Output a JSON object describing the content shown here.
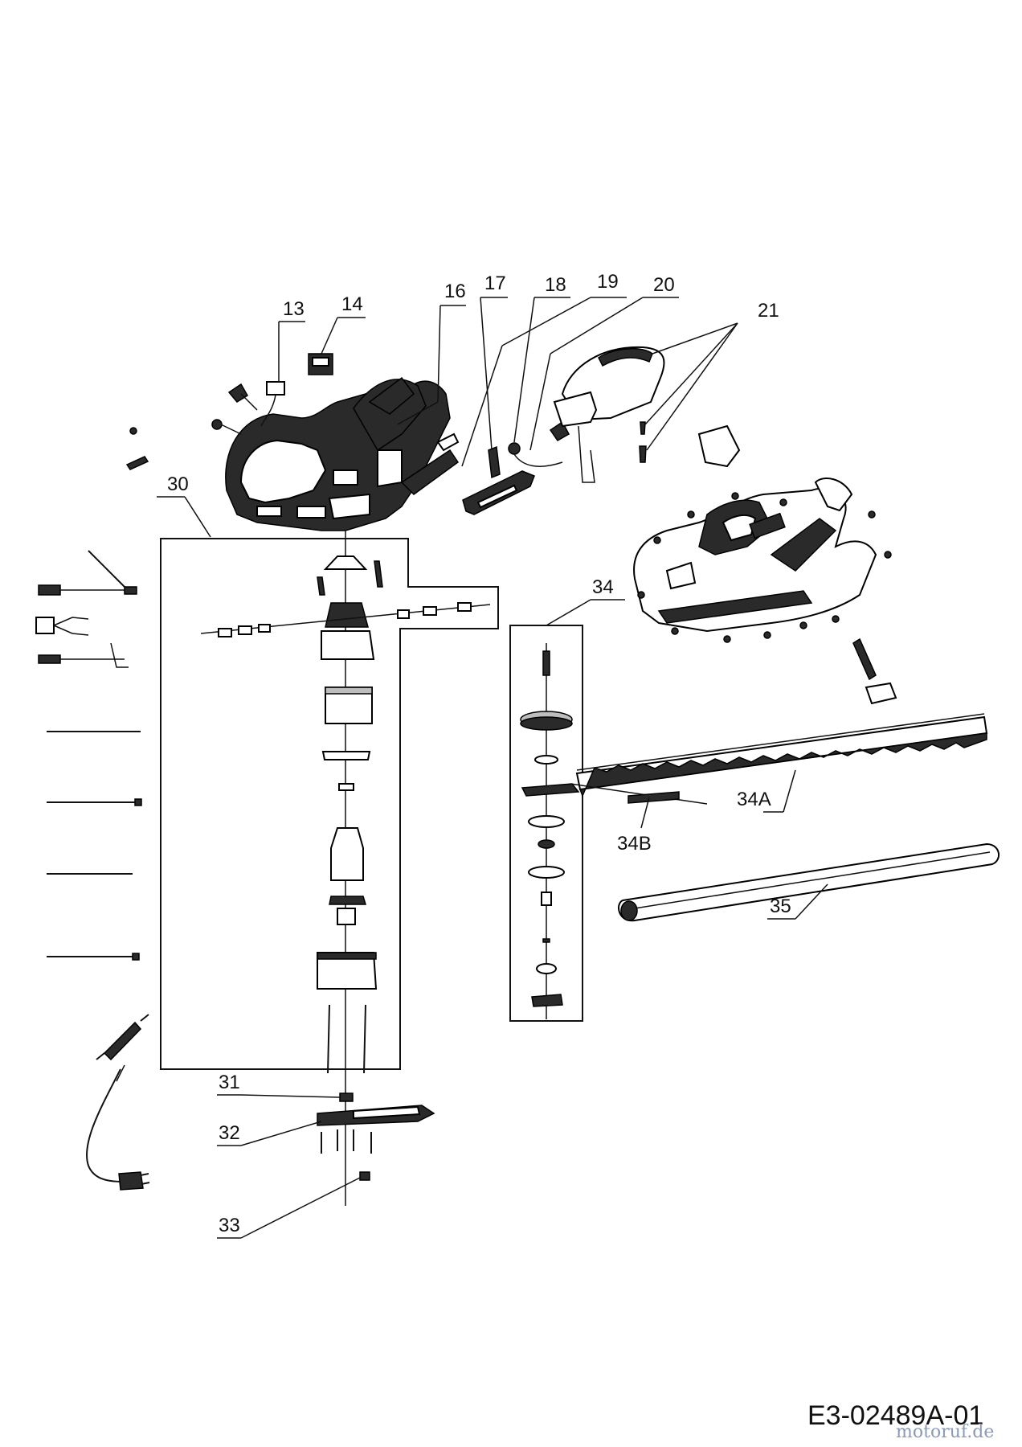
{
  "labels": {
    "l13": "13",
    "l14": "14",
    "l16": "16",
    "l17": "17",
    "l18": "18",
    "l19": "19",
    "l20": "20",
    "l21": "21",
    "l30": "30",
    "l31": "31",
    "l32": "32",
    "l33": "33",
    "l34": "34",
    "l34a": "34A",
    "l34b": "34B",
    "l35": "35"
  },
  "drawing_code": "E3-02489A-01",
  "watermark": "motoruf.de"
}
